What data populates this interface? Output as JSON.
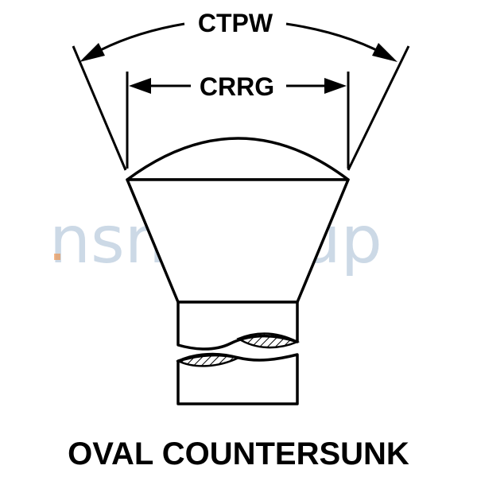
{
  "diagram": {
    "title": "OVAL COUNTERSUNK",
    "dimensions": {
      "outer_angle_label": "CTPW",
      "head_diameter_label": "CRRG"
    }
  },
  "watermark": {
    "text": "nsnlookup",
    "accent_color": "#f08a3a",
    "text_color": "#6f93b8"
  }
}
